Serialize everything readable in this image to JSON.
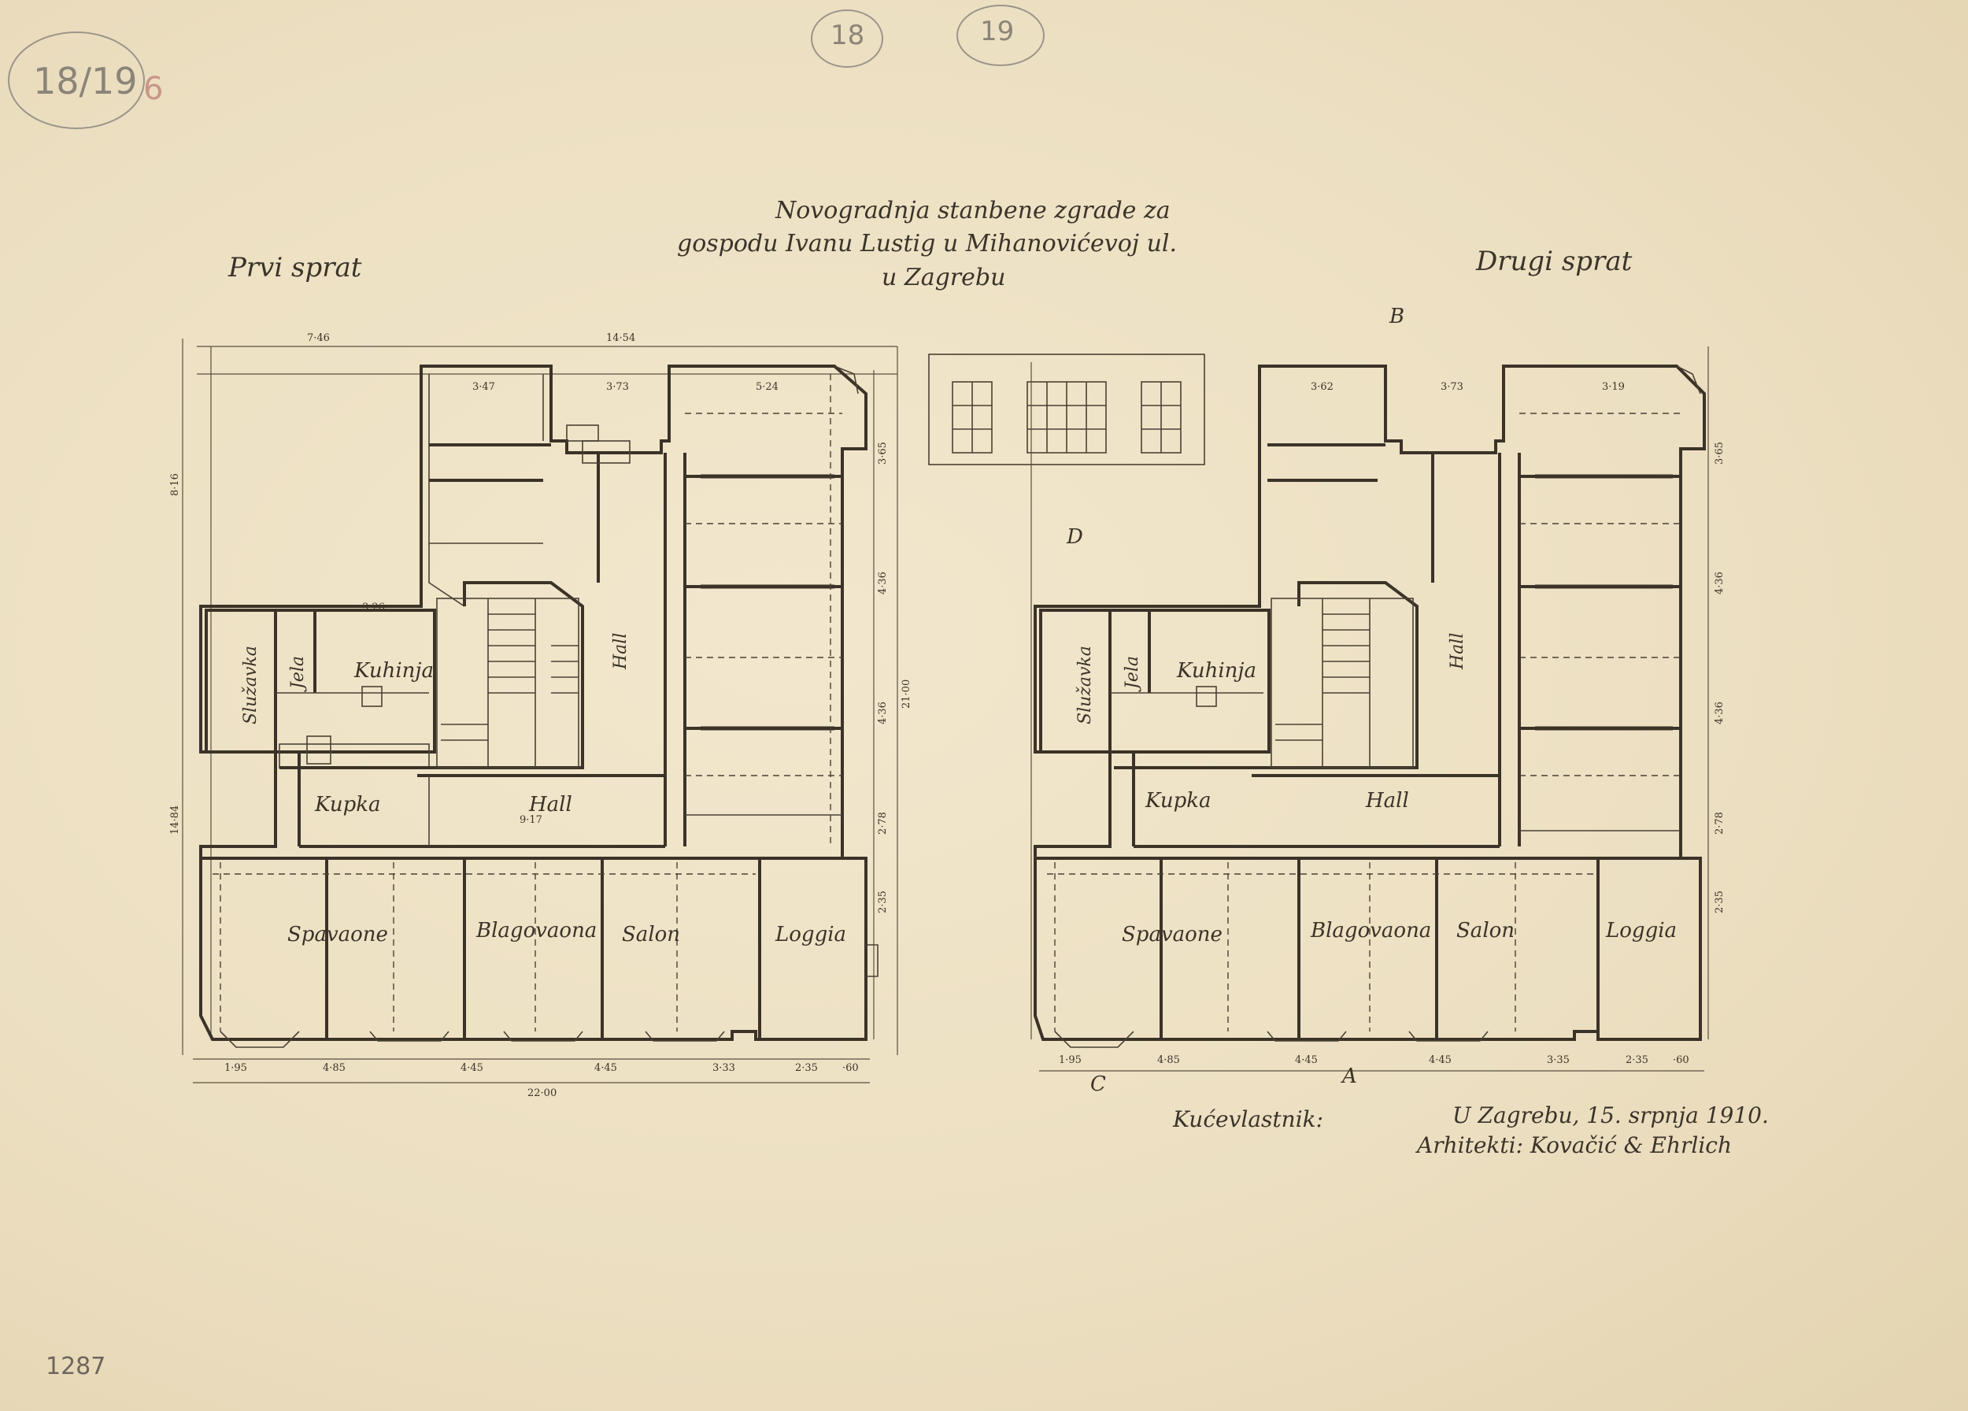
{
  "title": {
    "line1": "Novogradnja stanbene zgrade za",
    "line2": "gospodu Ivanu Lustig u Mihanovićevoj ul.",
    "line3": "u Zagrebu"
  },
  "pencil_marks": {
    "sheet_number": "18/19",
    "mark_6": "6",
    "circle_18": "18",
    "circle_19": "19",
    "archive_number": "1287"
  },
  "floors": {
    "first": {
      "label": "Prvi sprat",
      "rooms": {
        "spavaone": "Spavaone",
        "blagovaona": "Blagovaona",
        "salon": "Salon",
        "loggia": "Loggia",
        "hall_main": "Hall",
        "hall_small": "Hall",
        "kupka": "Kupka",
        "kuhinja": "Kuhinja",
        "sluzavka": "Služavka",
        "jela": "Jela"
      },
      "dims": {
        "top_left": "7·46",
        "top_total": "14·54",
        "bottom_total": "22·00",
        "b1": "1·95",
        "b2": "4·85",
        "b3": "4·45",
        "b4": "4·45",
        "b5": "3·33",
        "b6": "2·35",
        "b7": "·60",
        "left_total": "14·84",
        "right_total": "21·00",
        "height_816": "8·16",
        "r1": "3·65",
        "r2": "4·36",
        "r3": "4·36",
        "r4": "2·78",
        "r5": "2·35",
        "c1": "3·47",
        "c2": "3·73",
        "c3": "5·24",
        "c4": "3·26",
        "c5": "9·17"
      }
    },
    "second": {
      "label": "Drugi sprat",
      "rooms": {
        "spavaone": "Spavaone",
        "blagovaona": "Blagovaona",
        "salon": "Salon",
        "loggia": "Loggia",
        "hall_main": "Hall",
        "hall_small": "Hall",
        "kupka": "Kupka",
        "kuhinja": "Kuhinja",
        "sluzavka": "Služavka",
        "jela": "Jela"
      },
      "dims": {
        "b1": "1·95",
        "b2": "4·85",
        "b3": "4·45",
        "b4": "4·45",
        "b5": "3·35",
        "b6": "2·35",
        "b7": "·60",
        "r1": "3·65",
        "r2": "4·36",
        "r3": "4·36",
        "r4": "2·78",
        "r5": "2·35",
        "c1": "3·62",
        "c2": "3·73",
        "c3": "3·19"
      },
      "section_letters": [
        "B",
        "A",
        "C",
        "D"
      ]
    }
  },
  "footer": {
    "owner_label": "Kućevlastnik:",
    "place_date": "U Zagrebu, 15. srpnja 1910.",
    "architects": "Arhitekti: Kovačić & Ehrlich"
  }
}
